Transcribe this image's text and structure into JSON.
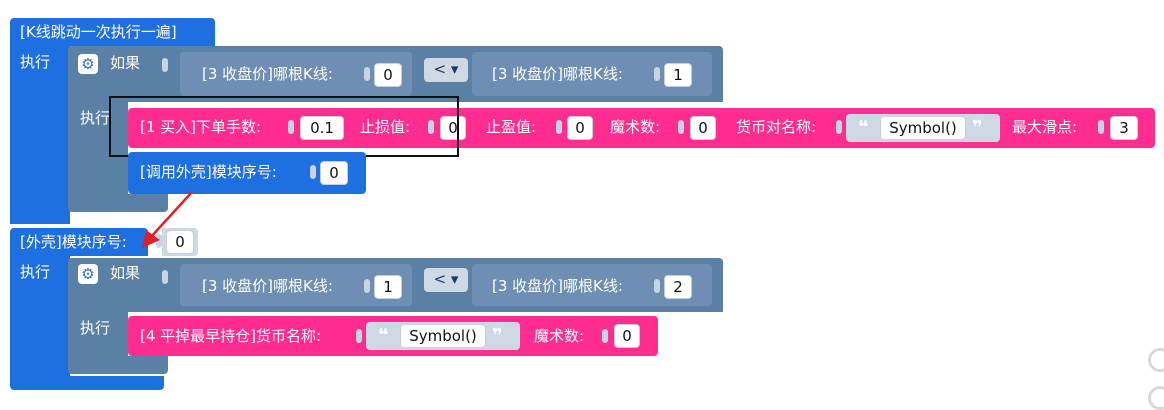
{
  "block1": {
    "title": "[K线跳动一次执行一遍]",
    "exec_label": "执行",
    "if_label": "如果",
    "cond_left": {
      "label": "[3 收盘价]哪根K线:",
      "value": "0"
    },
    "operator": "< ▾",
    "cond_right": {
      "label": "[3 收盘价]哪根K线:",
      "value": "1"
    },
    "then_label": "执行",
    "buy": {
      "label": "[1 买入]下单手数:",
      "lots": "0.1",
      "sl_label": "止损值:",
      "sl": "0",
      "tp_label": "止盈值:",
      "tp": "0",
      "magic_label": "魔术数:",
      "magic": "0",
      "symbol_label": "货币对名称:",
      "symbol": "Symbol()",
      "slippage_label": "最大滑点:",
      "slippage": "3"
    },
    "call": {
      "label": "[调用外壳]模块序号:",
      "value": "0"
    }
  },
  "block2": {
    "title": "[外壳]模块序号:",
    "title_value": "0",
    "exec_label": "执行",
    "if_label": "如果",
    "cond_left": {
      "label": "[3 收盘价]哪根K线:",
      "value": "1"
    },
    "operator": "< ▾",
    "cond_right": {
      "label": "[3 收盘价]哪根K线:",
      "value": "2"
    },
    "then_label": "执行",
    "close": {
      "label": "[4 平掉最早持仓]货币名称:",
      "symbol": "Symbol()",
      "magic_label": "魔术数:",
      "magic": "0"
    }
  },
  "quote_open": "❝",
  "quote_close": "❞",
  "gear_icon": "⚙",
  "colors": {
    "event": "#1e6fe0",
    "logic": "#5b80a6",
    "action": "#ff2d8f",
    "arrow": "#e0202a"
  }
}
